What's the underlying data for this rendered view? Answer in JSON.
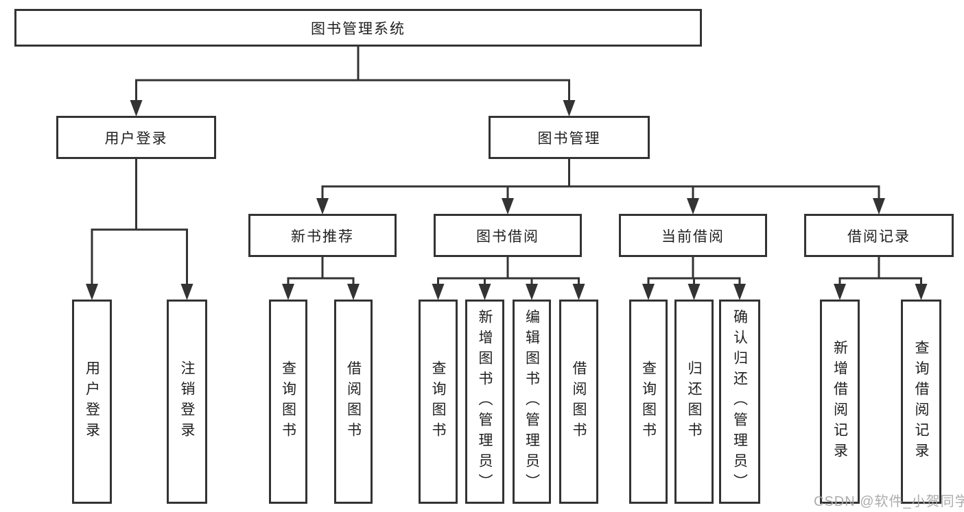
{
  "diagram": {
    "type": "hierarchy-tree",
    "title": "图书管理系统",
    "nodes": {
      "system": "图书管理系统",
      "user_login": "用户登录",
      "book_mgmt": "图书管理",
      "new_book": "新书推荐",
      "book_borrow": "图书借阅",
      "current_borrow": "当前借阅",
      "borrow_record": "借阅记录",
      "ul_login": "用户登录",
      "ul_logout": "注销登录",
      "nb_query": "查询图书",
      "nb_borrow": "借阅图书",
      "bb_query": "查询图书",
      "bb_add": "新增图书（管理员）",
      "bb_edit": "编辑图书（管理员）",
      "bb_borrow": "借阅图书",
      "cb_query": "查询图书",
      "cb_return": "归还图书",
      "cb_confirm": "确认归还（管理员）",
      "br_add": "新增借阅记录",
      "br_query": "查询借阅记录"
    },
    "hierarchy": {
      "图书管理系统": {
        "用户登录": [
          "用户登录",
          "注销登录"
        ],
        "图书管理": {
          "新书推荐": [
            "查询图书",
            "借阅图书"
          ],
          "图书借阅": [
            "查询图书",
            "新增图书（管理员）",
            "编辑图书（管理员）",
            "借阅图书"
          ],
          "当前借阅": [
            "查询图书",
            "归还图书",
            "确认归还（管理员）"
          ],
          "借阅记录": [
            "新增借阅记录",
            "查询借阅记录"
          ]
        }
      }
    },
    "watermark": "CSDN @软件_小贺同学",
    "colors": {
      "line": "#333333",
      "border": "#333333",
      "text": "#1f1f1f",
      "background": "#ffffff",
      "watermark": "#a8a8a8"
    }
  }
}
